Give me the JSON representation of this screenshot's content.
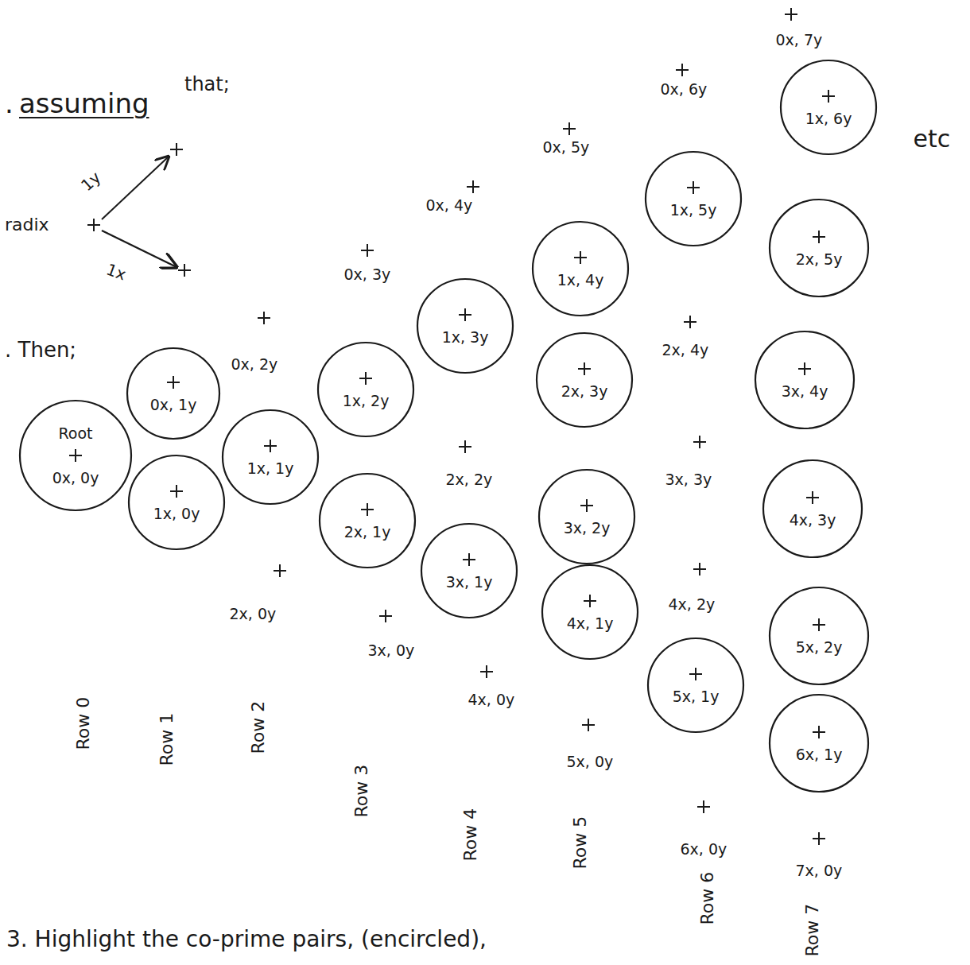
{
  "diagram": {
    "nodes": [
      {
        "text": [
          "Root",
          "0x, 0y"
        ]
      },
      {
        "text": [
          "0x, 1y"
        ]
      },
      {
        "text": [
          "1x, 0y"
        ]
      },
      {
        "text": [
          "1x, 1y"
        ]
      },
      {
        "text": [
          "1x, 2y"
        ]
      },
      {
        "text": [
          "2x, 1y"
        ]
      },
      {
        "text": [
          "1x, 3y"
        ]
      },
      {
        "text": [
          "3x, 1y"
        ]
      },
      {
        "text": [
          "1x, 4y"
        ]
      },
      {
        "text": [
          "2x, 3y"
        ]
      },
      {
        "text": [
          "3x, 2y"
        ]
      },
      {
        "text": [
          "4x, 1y"
        ]
      },
      {
        "text": [
          "1x, 5y"
        ]
      },
      {
        "text": [
          "5x, 1y"
        ]
      },
      {
        "text": [
          "1x, 6y"
        ]
      },
      {
        "text": [
          "2x, 5y"
        ]
      },
      {
        "text": [
          "3x, 4y"
        ]
      },
      {
        "text": [
          "4x, 3y"
        ]
      },
      {
        "text": [
          "5x, 2y"
        ]
      },
      {
        "text": [
          "6x, 1y"
        ]
      }
    ],
    "labels": [
      ".",
      "that;",
      "assuming",
      "1y",
      "radix",
      "1x",
      ". Then;",
      "0x, 7y",
      "etc",
      "0x, 6y",
      "0x, 5y",
      "0x, 4y",
      "0x, 3y",
      "0x, 2y",
      "2x, 4y",
      "2x, 2y",
      "3x, 3y",
      "4x, 2y",
      "2x, 0y",
      "3x, 0y",
      "4x, 0y",
      "5x, 0y",
      "6x, 0y",
      "7x, 0y",
      "Row 0",
      "Row 1",
      "Row 2",
      "Row 3",
      "Row 4",
      "Row 5",
      "Row 6",
      "Row 7",
      "3. Highlight the co-prime pairs, (encircled),"
    ]
  }
}
